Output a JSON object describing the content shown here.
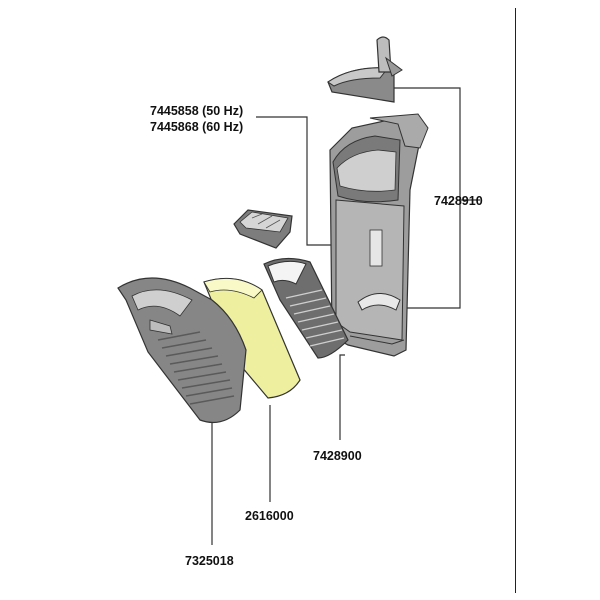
{
  "parts": {
    "motor_50hz": "7445858 (50 Hz)",
    "motor_60hz": "7445868 (60 Hz)",
    "housing": "7428910",
    "cartridge": "7428900",
    "sponge": "2616000",
    "cover": "7325018"
  }
}
